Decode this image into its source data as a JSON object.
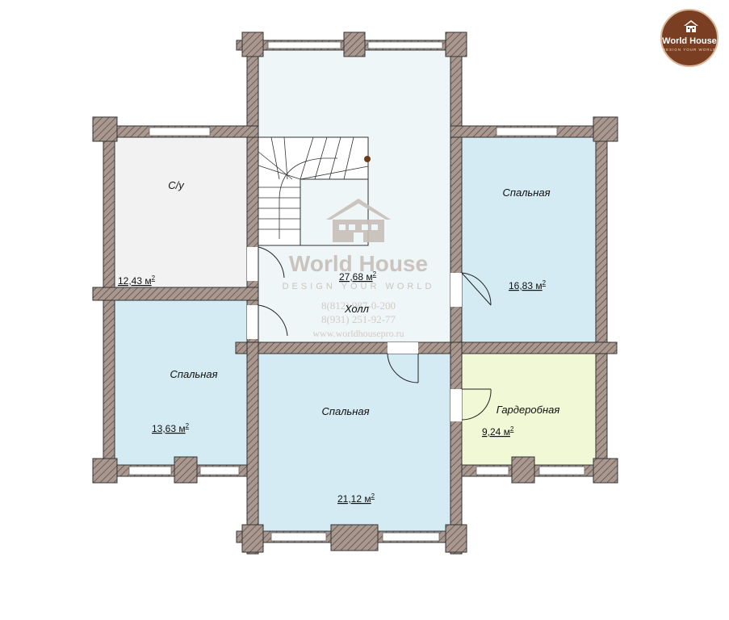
{
  "rooms": {
    "hall": {
      "name": "Холл",
      "area": "27,68 м",
      "unit_sup": "2"
    },
    "bathroom": {
      "name": "С/у",
      "area": "12,43 м",
      "unit_sup": "2"
    },
    "bedroom_right": {
      "name": "Спальная",
      "area": "16,83 м",
      "unit_sup": "2"
    },
    "bedroom_left": {
      "name": "Спальная",
      "area": "13,63 м",
      "unit_sup": "2"
    },
    "bedroom_center": {
      "name": "Спальная",
      "area": "21,12 м",
      "unit_sup": "2"
    },
    "wardrobe": {
      "name": "Гардеробная",
      "area": "9,24 м",
      "unit_sup": "2"
    }
  },
  "watermark": {
    "title": "World House",
    "subtitle": "DESIGN YOUR WORLD",
    "phone1": "8(812) 987-0-200",
    "phone2": "8(931) 251-92-77",
    "url": "www.worldhousepro.ru"
  },
  "logo": {
    "title": "World House",
    "subtitle": "DESIGN YOUR WORLD"
  },
  "colors": {
    "wall_fill": "#a89890",
    "wall_hatch": "#5a4a42",
    "hall": "#eef6f8",
    "bathroom": "#f2f2f2",
    "bedroom": "#d4ebf3",
    "wardrobe": "#f1f8d6",
    "logo_bg": "#7a3f22"
  }
}
